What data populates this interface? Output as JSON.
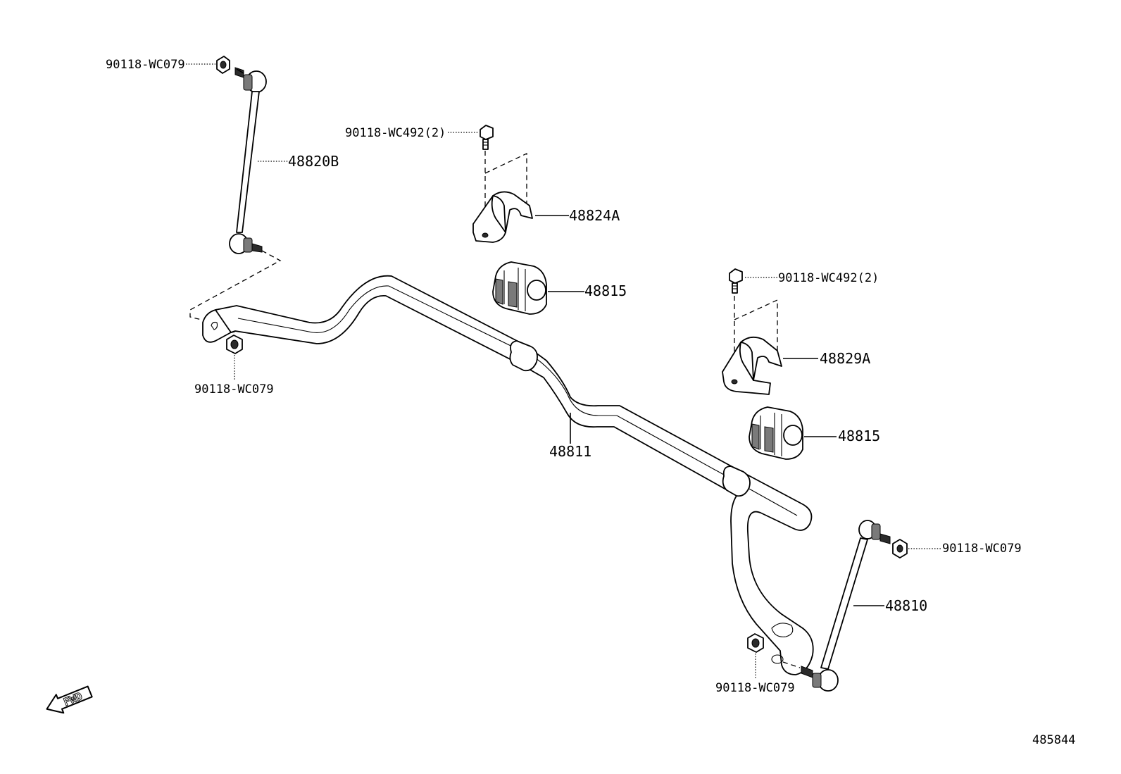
{
  "diagram": {
    "labels": {
      "nut_top_left": "90118-WC079",
      "link_left": "48820B",
      "bolt_top": "90118-WC492(2)",
      "bracket_left": "48824A",
      "bushing_left": "48815",
      "bolt_right": "90118-WC492(2)",
      "bracket_right": "48829A",
      "nut_left_arm": "90118-WC079",
      "stabilizer_bar": "48811",
      "bushing_right": "48815",
      "nut_right_link": "90118-WC079",
      "link_right": "48810",
      "nut_bottom": "90118-WC079",
      "diagram_id": "485844"
    },
    "fwd_arrow": "FWD"
  }
}
